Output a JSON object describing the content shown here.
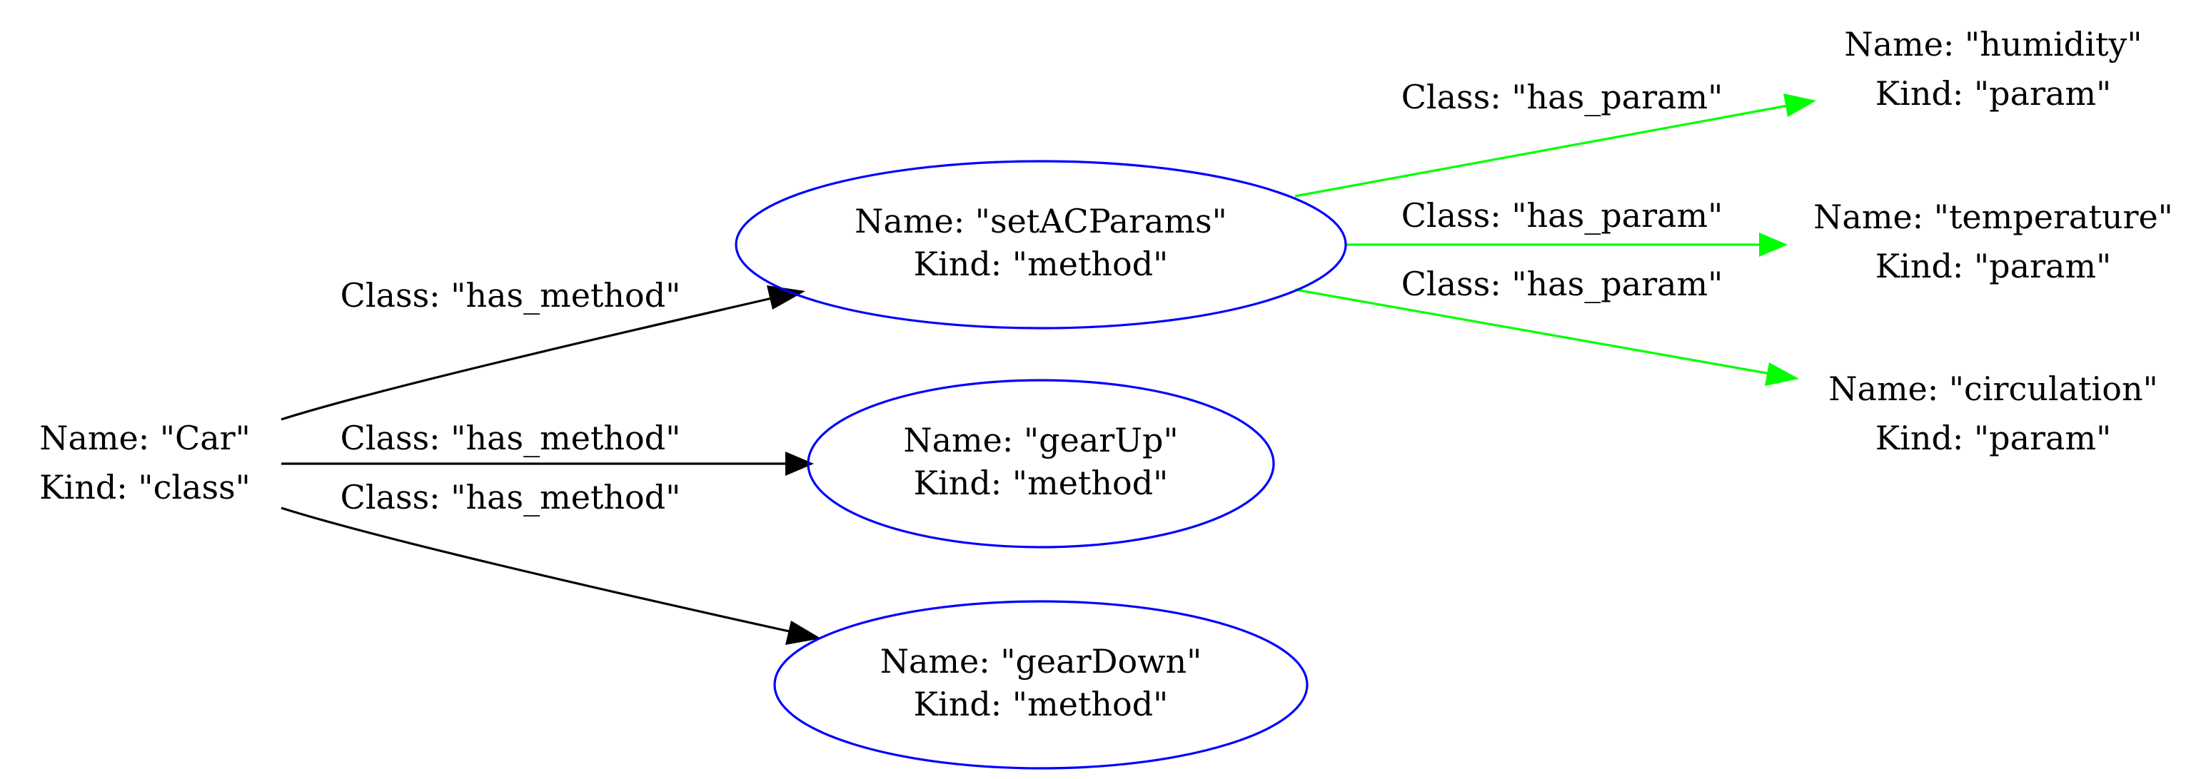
{
  "colors": {
    "background": "#ffffff",
    "text": "#000000",
    "method_node_stroke": "#0000ff",
    "has_method_edge": "#000000",
    "has_param_edge": "#00ff00"
  },
  "nodes": {
    "car": {
      "name": "Name: \"Car\"",
      "kind": "Kind: \"class\""
    },
    "setACParams": {
      "name": "Name: \"setACParams\"",
      "kind": "Kind: \"method\""
    },
    "gearUp": {
      "name": "Name: \"gearUp\"",
      "kind": "Kind: \"method\""
    },
    "gearDown": {
      "name": "Name: \"gearDown\"",
      "kind": "Kind: \"method\""
    },
    "humidity": {
      "name": "Name: \"humidity\"",
      "kind": "Kind: \"param\""
    },
    "temperature": {
      "name": "Name: \"temperature\"",
      "kind": "Kind: \"param\""
    },
    "circulation": {
      "name": "Name: \"circulation\"",
      "kind": "Kind: \"param\""
    }
  },
  "edges": {
    "car_setACParams": "Class: \"has_method\"",
    "car_gearUp": "Class: \"has_method\"",
    "car_gearDown": "Class: \"has_method\"",
    "setACParams_humidity": "Class: \"has_param\"",
    "setACParams_temperature": "Class: \"has_param\"",
    "setACParams_circulation": "Class: \"has_param\""
  }
}
